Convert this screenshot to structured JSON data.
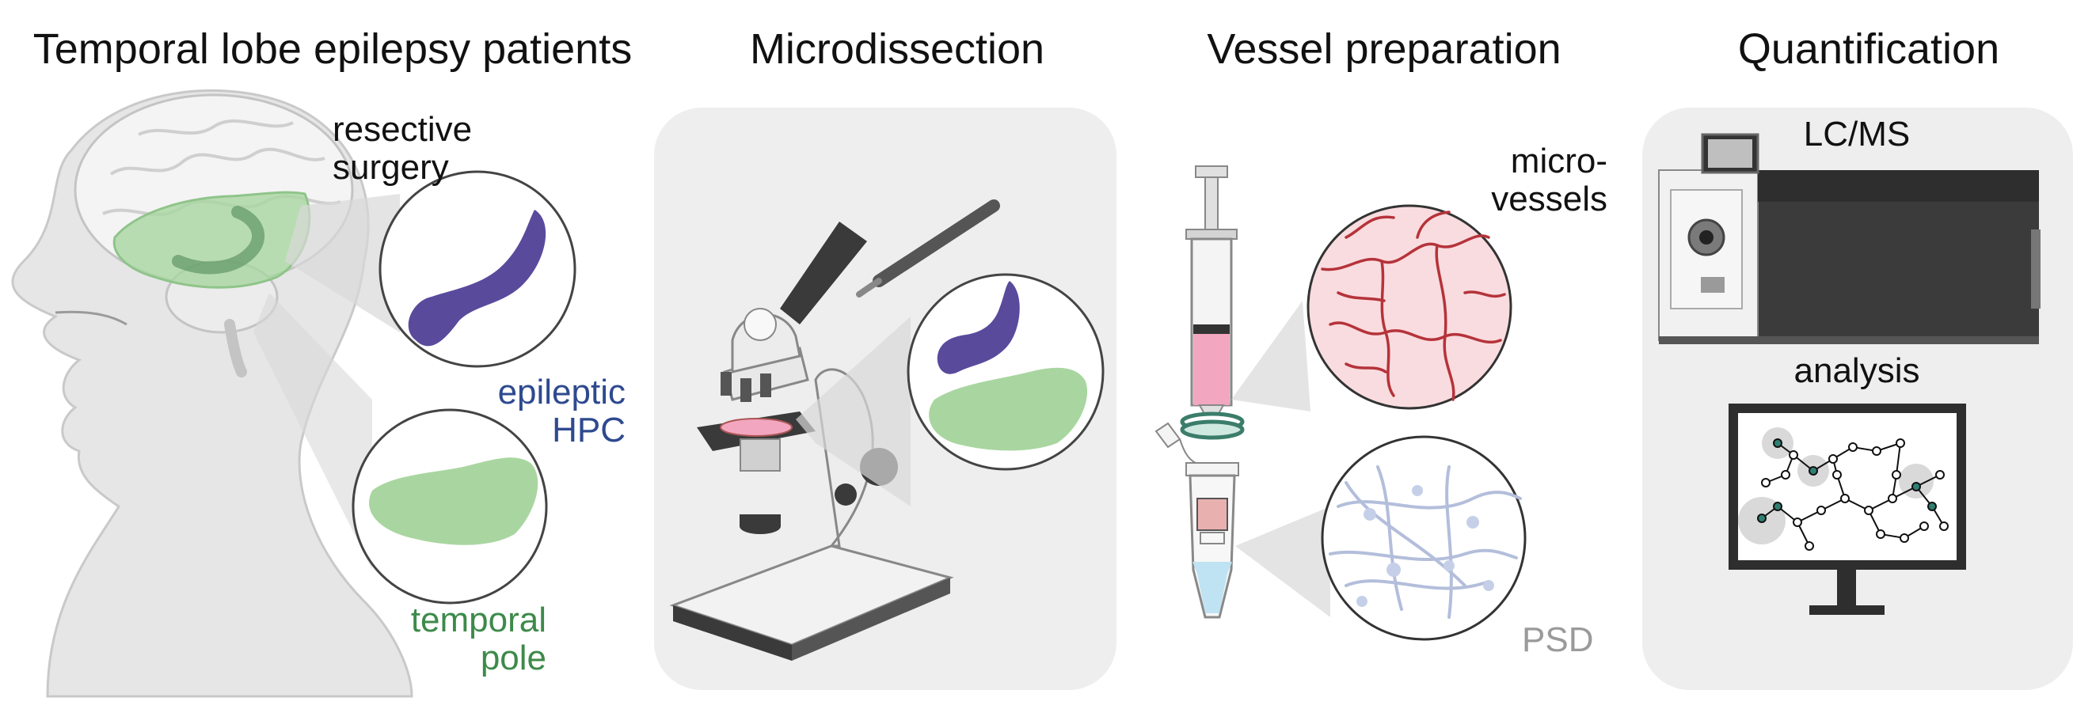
{
  "panels": [
    {
      "title": "Temporal lobe epilepsy patients"
    },
    {
      "title": "Microdissection"
    },
    {
      "title": "Vessel preparation"
    },
    {
      "title": "Quantification"
    }
  ],
  "labels": {
    "resective_surgery": "resective\nsurgery",
    "epileptic_hpc": "epileptic\nHPC",
    "temporal_pole": "temporal\npole",
    "micro_vessels": "micro-\nvessels",
    "psd": "PSD",
    "lc_ms": "LC/MS",
    "analysis": "analysis"
  },
  "colors": {
    "hpc_purple": "#5a4a9c",
    "tissue_green": "#a9d6a0",
    "label_blue": "#2e4a8f",
    "label_green": "#3d8a4a",
    "vessel_red": "#b5333a",
    "psd_grey": "#9a9a9a",
    "panel_bg": "#eeeeee",
    "node_teal": "#2f7f72"
  }
}
